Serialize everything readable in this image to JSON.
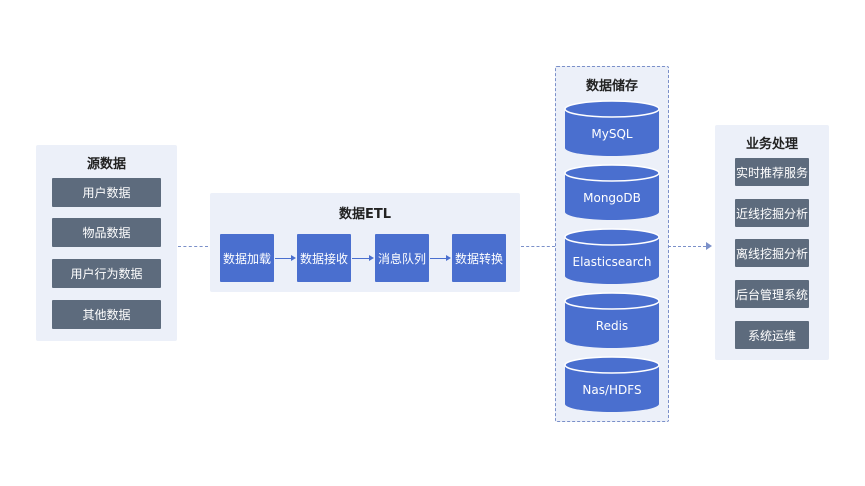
{
  "source": {
    "title": "源数据",
    "items": [
      "用户数据",
      "物品数据",
      "用户行为数据",
      "其他数据"
    ]
  },
  "etl": {
    "title": "数据ETL",
    "steps": [
      "数据加载",
      "数据接收",
      "消息队列",
      "数据转换"
    ]
  },
  "storage": {
    "title": "数据储存",
    "items": [
      "MySQL",
      "MongoDB",
      "Elasticsearch",
      "Redis",
      "Nas/HDFS"
    ]
  },
  "business": {
    "title": "业务处理",
    "items": [
      "实时推荐服务",
      "近线挖掘分析",
      "离线挖掘分析",
      "后台管理系统",
      "系统运维"
    ]
  },
  "colors": {
    "panel_bg": "#ecf0f9",
    "gray_box": "#5d6b7d",
    "blue_box": "#4a6fcf",
    "cylinder": "#4a6fcf",
    "connector": "#7b90c9"
  }
}
